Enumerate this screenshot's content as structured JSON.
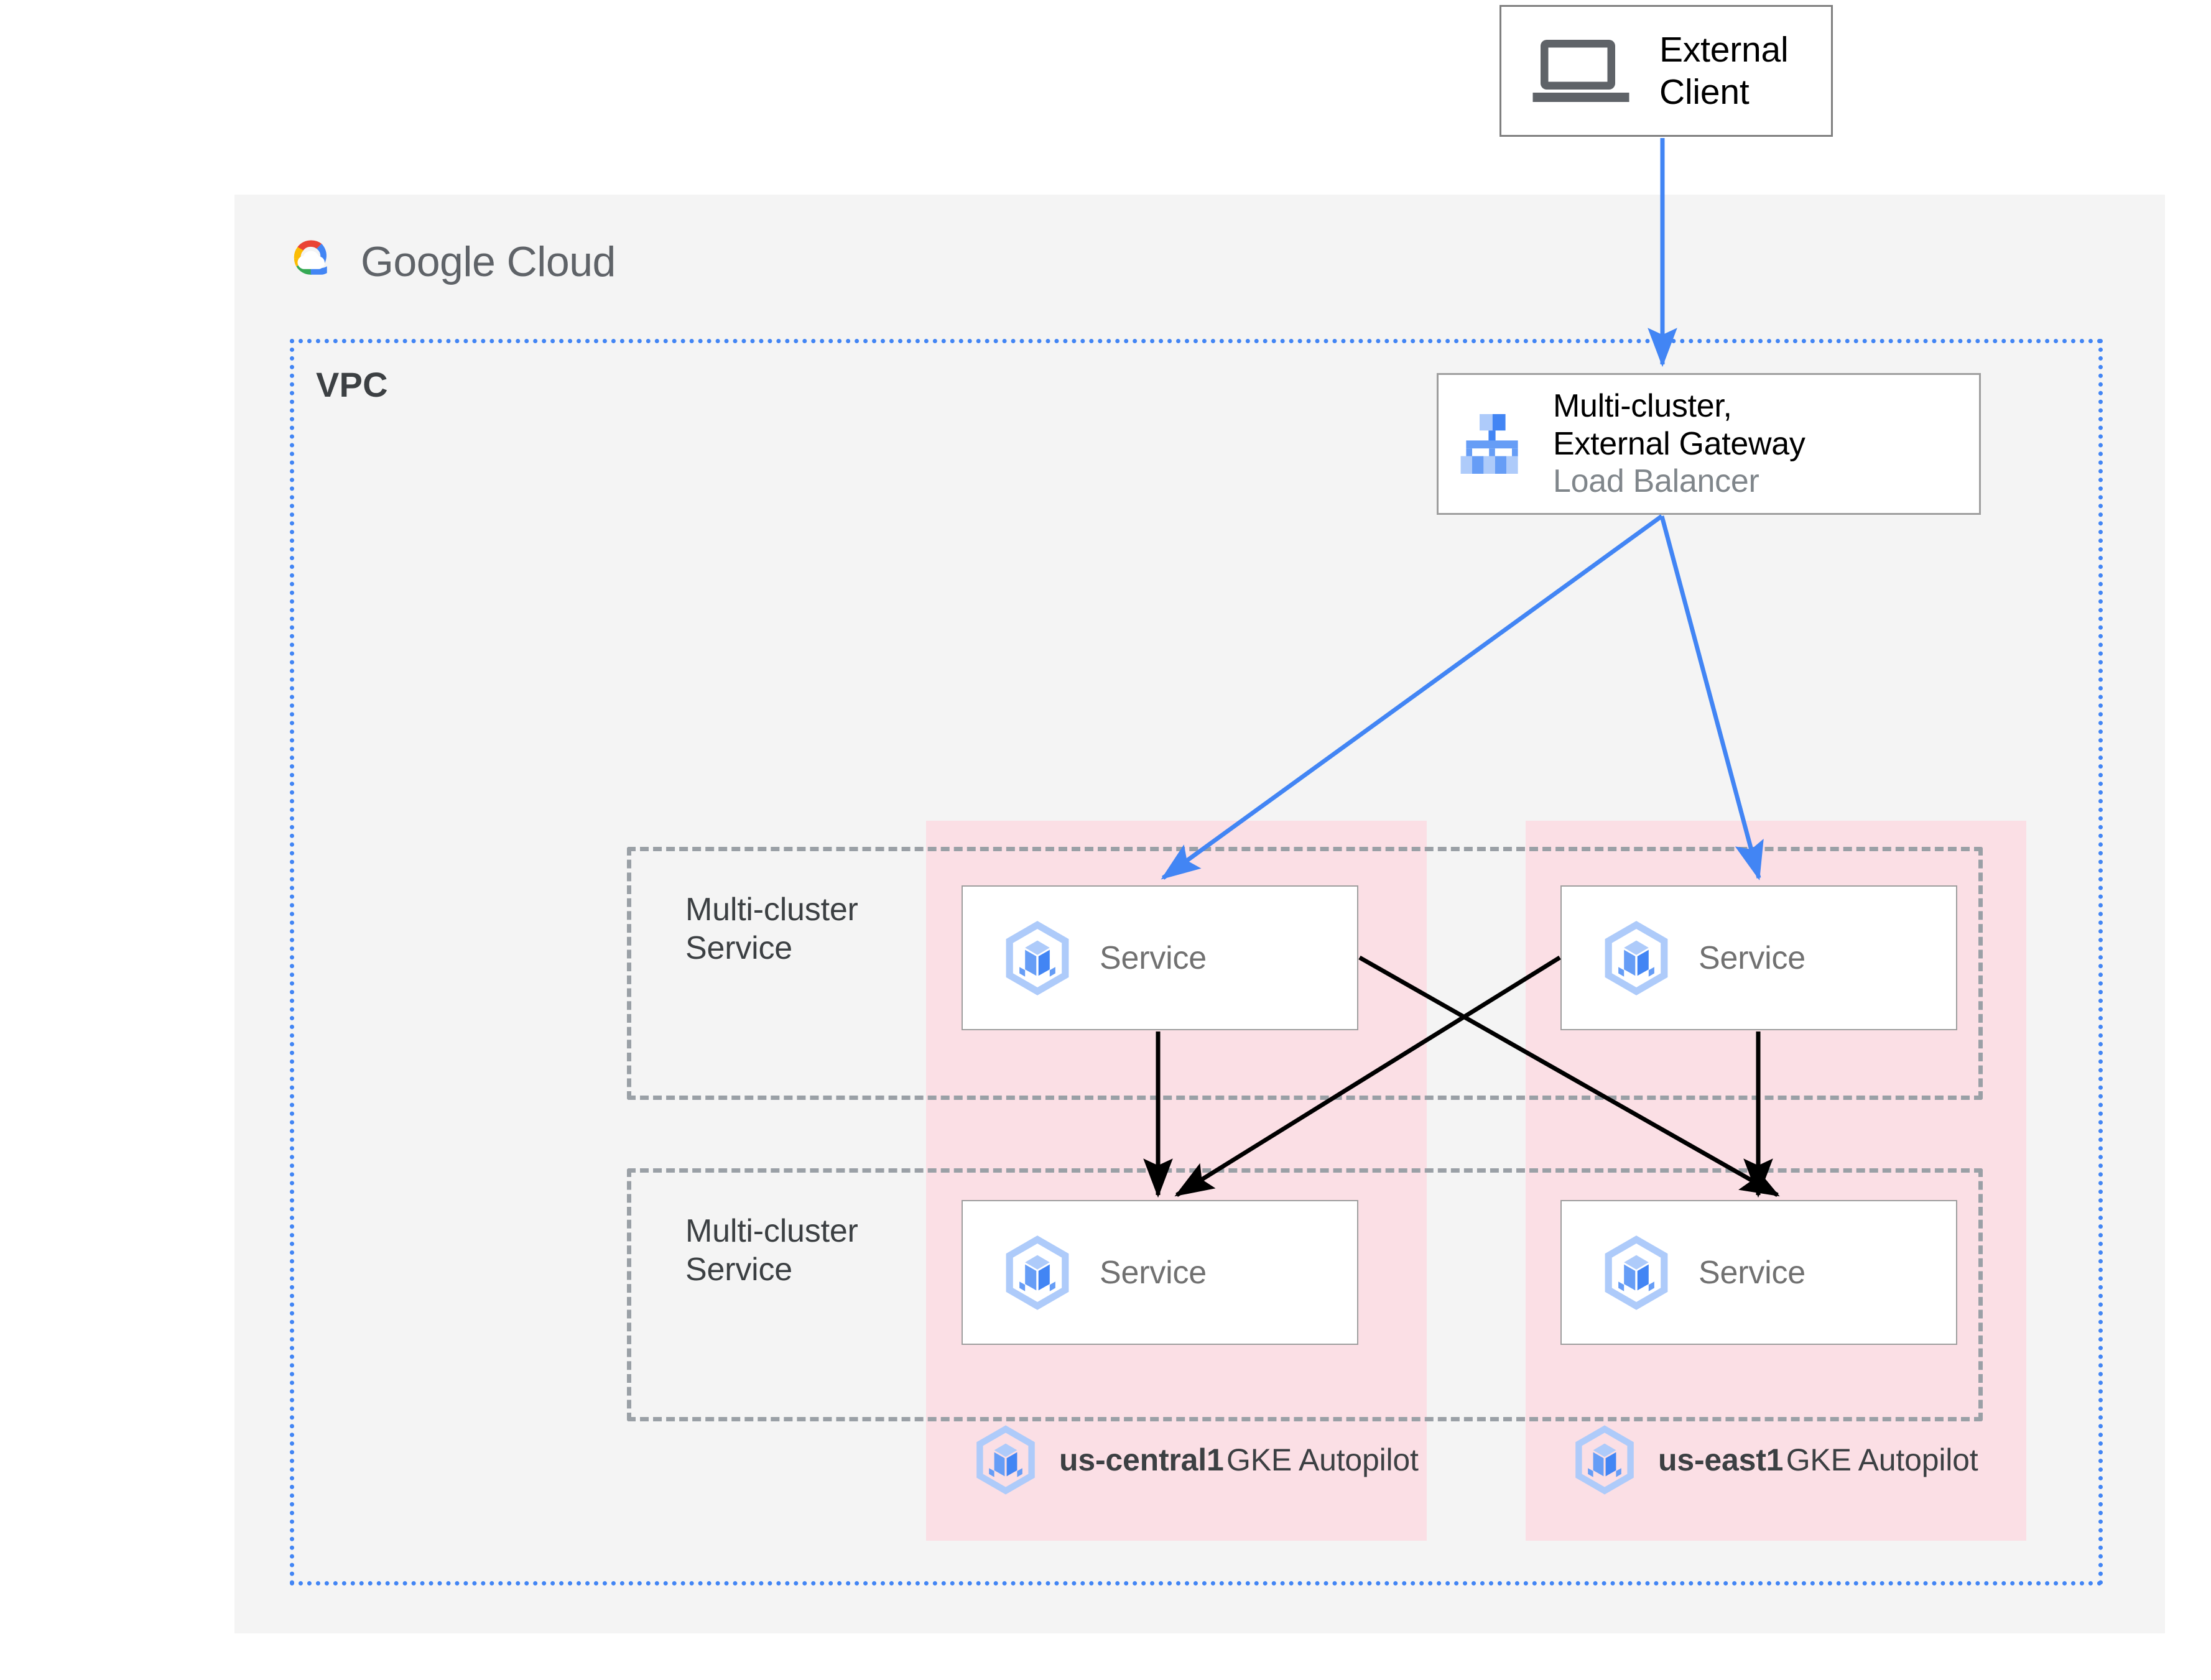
{
  "external_client": {
    "label": "External\nClient",
    "line1": "External",
    "line2": "Client",
    "icon": "laptop-icon"
  },
  "cloud": {
    "brand_google": "Google",
    "brand_cloud": " Cloud",
    "logo_icon": "google-cloud-logo-icon"
  },
  "vpc": {
    "label": "VPC"
  },
  "gateway": {
    "title_line1": "Multi-cluster,",
    "title_line2": "External Gateway",
    "subtitle": "Load Balancer",
    "icon": "load-balancer-icon"
  },
  "multicluster_services": [
    {
      "line1": "Multi-cluster",
      "line2": "Service"
    },
    {
      "line1": "Multi-cluster",
      "line2": "Service"
    }
  ],
  "services": [
    {
      "id": "service-top-left",
      "label": "Service",
      "icon": "gke-service-icon"
    },
    {
      "id": "service-top-right",
      "label": "Service",
      "icon": "gke-service-icon"
    },
    {
      "id": "service-bottom-left",
      "label": "Service",
      "icon": "gke-service-icon"
    },
    {
      "id": "service-bottom-right",
      "label": "Service",
      "icon": "gke-service-icon"
    }
  ],
  "clusters": [
    {
      "name": "us-central1",
      "type": "GKE Autopilot",
      "icon": "gke-cluster-icon"
    },
    {
      "name": "us-east1",
      "type": "GKE Autopilot",
      "icon": "gke-cluster-icon"
    }
  ],
  "colors": {
    "blue_arrow": "#4285f4",
    "black_arrow": "#000000",
    "vpc_border": "#4285f4",
    "cluster_band": "#fbdfe5",
    "frame_bg": "#f4f4f4",
    "dashed_border": "#9aa0a6",
    "icon_blue_light": "#aecbfa",
    "icon_blue": "#669df6",
    "icon_blue_dark": "#4285f4",
    "muted_text": "#80868b",
    "logo_red": "#ea4335",
    "logo_yellow": "#fbbc04",
    "logo_green": "#34a853",
    "logo_blue": "#4285f4"
  }
}
